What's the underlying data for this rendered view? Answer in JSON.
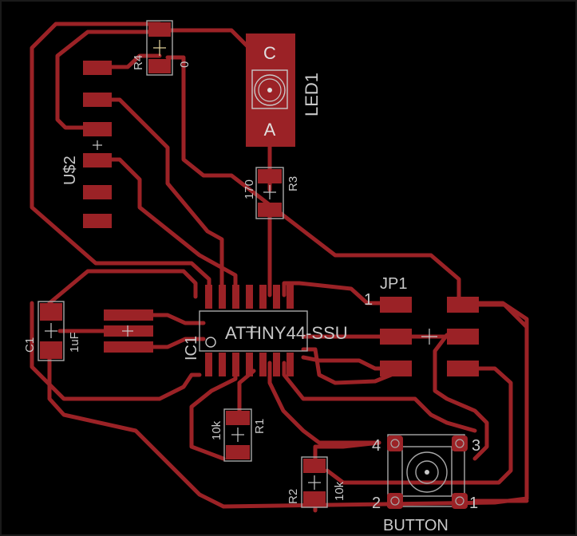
{
  "labels": {
    "r4_name": "R4",
    "r4_value": "0",
    "led_name": "LED1",
    "led_c": "C",
    "led_a": "A",
    "r3_name": "R3",
    "r3_value": "170",
    "u2_name": "U$2",
    "jp1_name": "JP1",
    "jp1_pin1": "1",
    "ic_name": "IC1",
    "ic_value": "ATTINY44-SSU",
    "c1_name": "C1",
    "c1_value": "1uF",
    "r1_name": "R1",
    "r1_value": "10k",
    "r2_name": "R2",
    "r2_value": "10k",
    "btn_name": "BUTTON",
    "btn_pin1": "1",
    "btn_pin2": "2",
    "btn_pin3": "3",
    "btn_pin4": "4"
  },
  "colors": {
    "background": "#000000",
    "copper": "#9b2226",
    "silkscreen": "#a8a8a8",
    "text": "#c8c8c8"
  }
}
